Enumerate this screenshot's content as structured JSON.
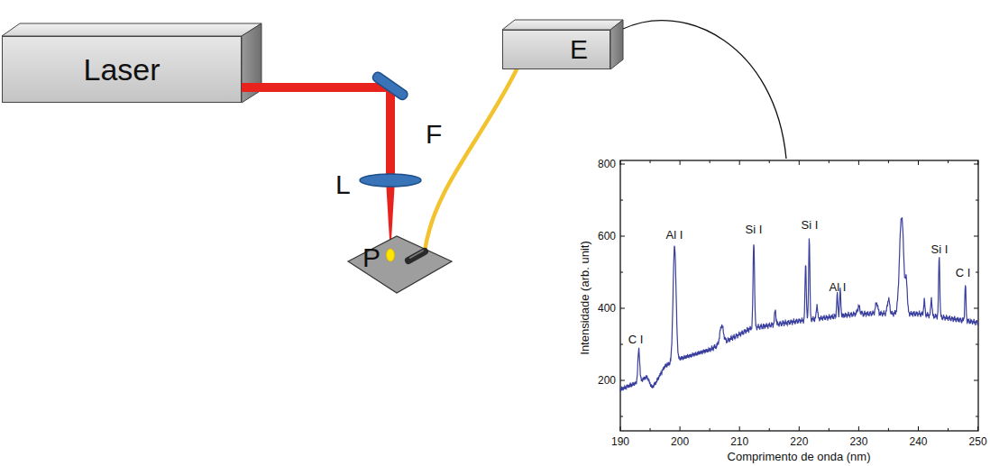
{
  "diagram": {
    "nodes": [
      {
        "text": [
          "Laser"
        ]
      },
      {
        "text": [
          "E"
        ]
      },
      {
        "text": [
          "P"
        ]
      }
    ],
    "edges": [
      {
        "from": 0,
        "to": 2,
        "arrow": "none"
      },
      {
        "from": 2,
        "to": 1,
        "label": "F",
        "arrow": "none"
      }
    ],
    "labels": [
      "L",
      "800",
      "600",
      "400",
      "200",
      "190",
      "200",
      "210",
      "220",
      "230",
      "240",
      "250",
      "Intensidade (arb. unit)",
      "Comprimento de onda (nm)",
      "C I",
      "Al I",
      "Si I",
      "Si I",
      "Al I",
      "Si I",
      "C I"
    ]
  }
}
